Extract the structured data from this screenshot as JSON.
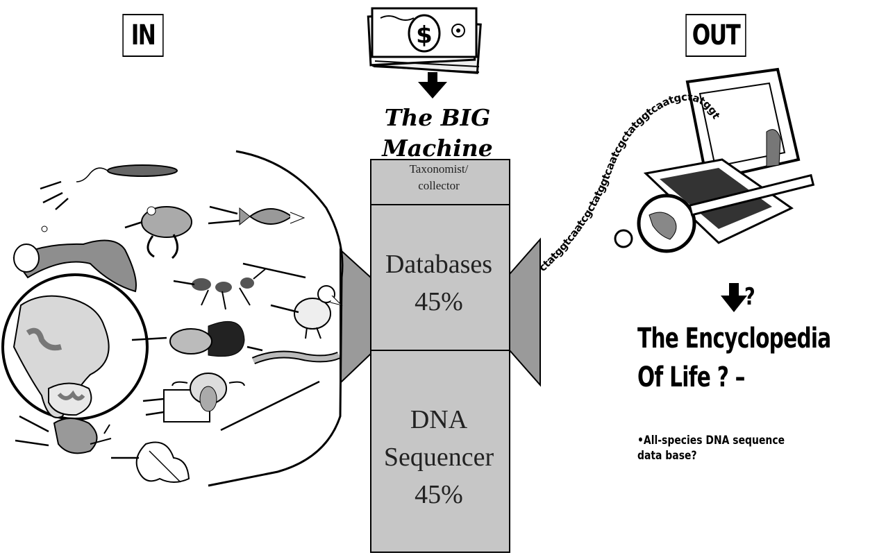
{
  "labels": {
    "in": "IN",
    "out": "OUT"
  },
  "machine": {
    "title_line1": "The BIG",
    "title_line2": "Machine",
    "taxonomist_line1": "Taxonomist/",
    "taxonomist_line2": "collector",
    "databases": "Databases",
    "databases_pct": "45%",
    "dna_line1": "DNA",
    "dna_line2": "Sequencer",
    "dna_pct": "45%"
  },
  "output": {
    "question_mark": "?",
    "encyclopedia_line1": "The Encyclopedia",
    "encyclopedia_line2": "Of Life ? –",
    "bullet": "•All-species DNA sequence data base?"
  },
  "dna_strand": "ctatggtcaatcgctatggtcaatcgctatggtcaatgctatggtcaat",
  "colors": {
    "machine_fill": "#c6c6c6",
    "funnel_fill": "#9a9a9a",
    "ink": "#000000"
  }
}
